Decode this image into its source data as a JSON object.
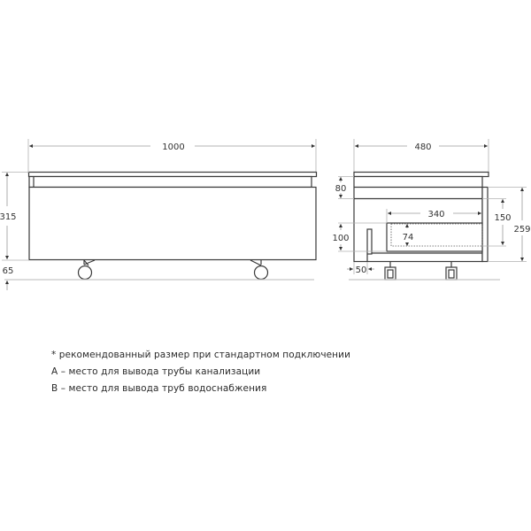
{
  "front_view": {
    "width_label": "1000",
    "height_label": "315",
    "leg_label": "65"
  },
  "side_view": {
    "depth_label": "480",
    "top_drawer_label": "80",
    "inner_width_label": "340",
    "inner_height_label": "150",
    "total_height_label": "259",
    "pipe_zone_label": "100",
    "inner_depth_label": "74",
    "offset_label": "50"
  },
  "notes": [
    "* рекомендованный размер при стандартном подключении",
    "A – место для вывода трубы канализации",
    "B – место для вывода труб водоснабжения"
  ],
  "colors": {
    "outline": "#3a3a3a",
    "dimension_line": "#9a9a9a",
    "floor_line": "#c8c8c8",
    "text": "#333333"
  }
}
